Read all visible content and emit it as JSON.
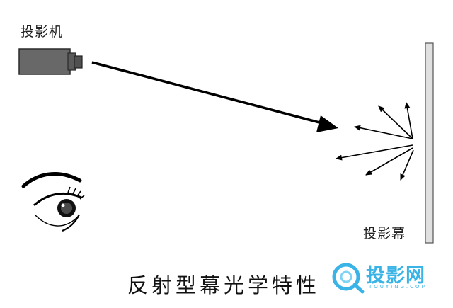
{
  "labels": {
    "projector": "投影机",
    "screen": "投影幕",
    "title": "反射型幕光学特性"
  },
  "watermark": {
    "text": "投影网",
    "subtext": "TOUYING.COM"
  },
  "colors": {
    "projector_body": "#686868",
    "screen_fill": "#e0e0e0",
    "arrow": "#000000",
    "watermark": "#3ab4e6"
  },
  "icons": [
    "projector-icon",
    "eye-icon",
    "watermark-logo-icon"
  ]
}
